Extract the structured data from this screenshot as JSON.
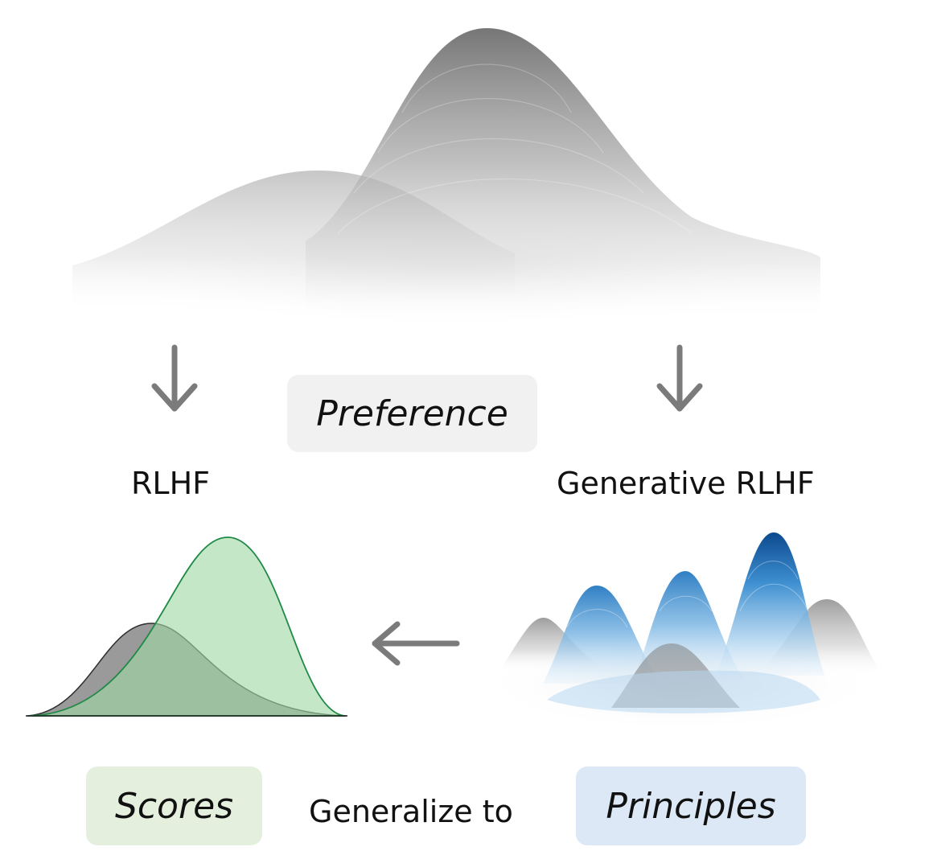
{
  "labels": {
    "preference": "Preference",
    "rlhf": "RLHF",
    "generative_rlhf": "Generative RLHF",
    "scores": "Scores",
    "generalize_to": "Generalize to",
    "principles": "Principles"
  },
  "colors": {
    "preference_pill": "#f1f1f1",
    "scores_pill": "#e4f0dd",
    "principles_pill": "#dce8f5",
    "arrow": "#7b7b7b",
    "gray_peak": "#8f8f8f",
    "green_peak_fill": "#c2e8c4",
    "green_peak_stroke": "#1f8a46",
    "gray_curve_fill": "#9a9a9a",
    "blue_dark": "#0d4a8f",
    "blue_mid": "#3d8fd0",
    "blue_light": "#d6e9f7"
  },
  "icons": {
    "down_arrow_left": "down-arrow-icon",
    "down_arrow_right": "down-arrow-icon",
    "left_arrow": "left-arrow-icon"
  }
}
